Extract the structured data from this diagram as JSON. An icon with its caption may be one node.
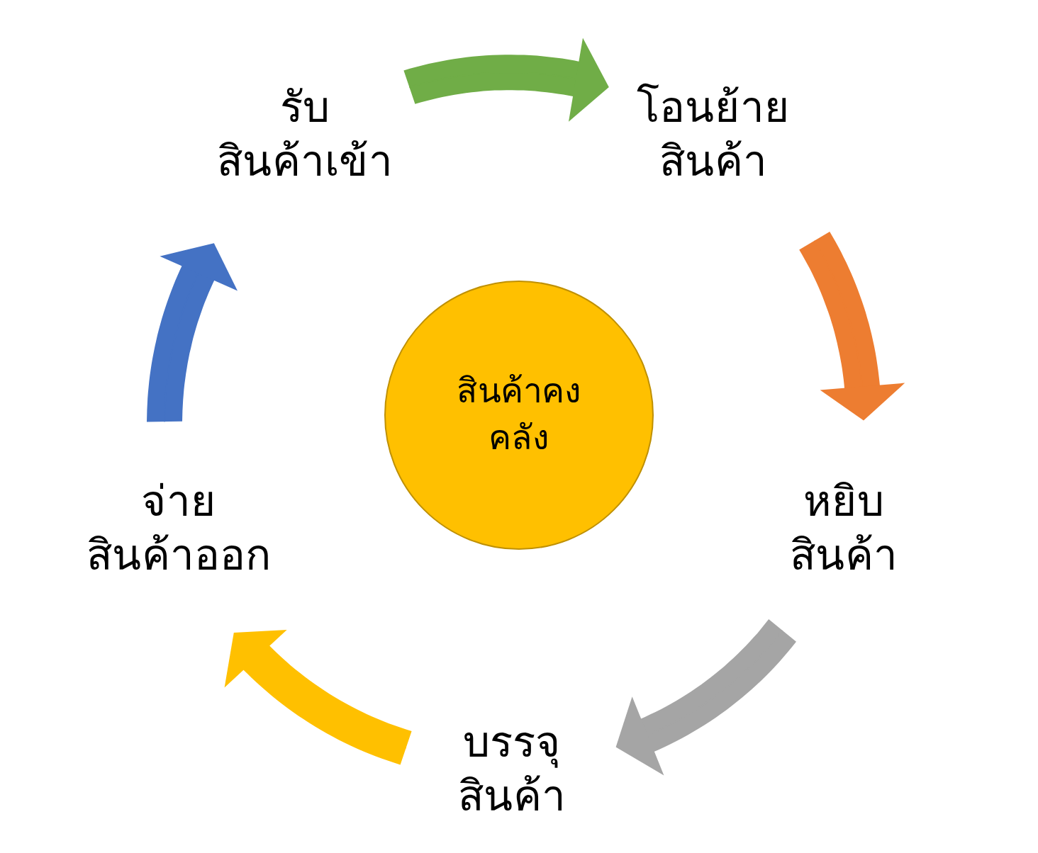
{
  "diagram": {
    "nodes": [
      {
        "text": [
          "รับสินค้าเข้า"
        ]
      },
      {
        "text": [
          "โอนย้ายสินค้า"
        ]
      },
      {
        "text": [
          "หยิบสินค้า"
        ]
      },
      {
        "text": [
          "บรรจุสินค้า"
        ]
      },
      {
        "text": [
          "จ่ายสินค้าออก"
        ]
      },
      {
        "text": [
          "สินค้าคงคลัง"
        ]
      }
    ],
    "edges": [
      {
        "from": 0,
        "to": 1,
        "arrow": "to",
        "color": "#70ad47"
      },
      {
        "from": 1,
        "to": 2,
        "arrow": "to",
        "color": "#ed7d31"
      },
      {
        "from": 2,
        "to": 3,
        "arrow": "to",
        "color": "#a5a5a5"
      },
      {
        "from": 3,
        "to": 4,
        "arrow": "to",
        "color": "#ffc000"
      },
      {
        "from": 4,
        "to": 0,
        "arrow": "to",
        "color": "#4472c4"
      }
    ]
  }
}
